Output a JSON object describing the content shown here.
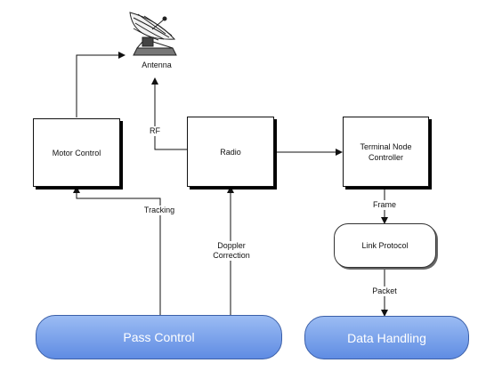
{
  "nodes": {
    "antenna": "Antenna",
    "motor_control": "Motor Control",
    "radio": "Radio",
    "tnc_line1": "Terminal Node",
    "tnc_line2": "Controller",
    "link_protocol": "Link Protocol",
    "pass_control": "Pass Control",
    "data_handling": "Data Handling"
  },
  "edges": {
    "rf": "RF",
    "tracking": "Tracking",
    "doppler_line1": "Doppler",
    "doppler_line2": "Correction",
    "frame": "Frame",
    "packet": "Packet"
  },
  "colors": {
    "pill_fill": "#6d97e6",
    "line": "#111111"
  }
}
